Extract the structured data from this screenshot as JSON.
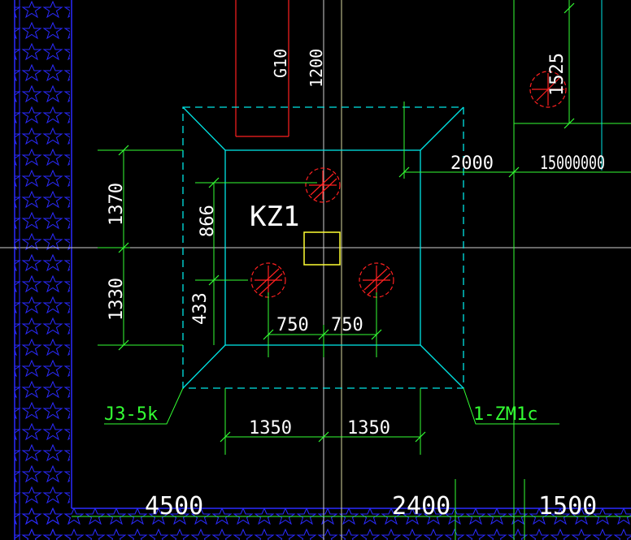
{
  "colors": {
    "background": "#000000",
    "wall_hatch": "#2a2aff",
    "pile_cap_outline": "#00e5e5",
    "dimension": "#33ff33",
    "dimension_text": "#ffffff",
    "pile": "#ff2020",
    "column": "#ffff33",
    "axis": "#cfcfcf",
    "rebar": "#ff2020"
  },
  "labels": {
    "column_tag": "KZ1",
    "left_callout": "J3-5k",
    "right_callout": "1-ZM1c",
    "top_tag_g": "G10",
    "top_tag_1200": "1200"
  },
  "dimensions": {
    "left_upper": "1370",
    "left_lower": "1330",
    "inner_upper": "866",
    "inner_lower": "433",
    "pile_spacing_left": "750",
    "pile_spacing_right": "750",
    "cap_width_left": "1350",
    "cap_width_right": "1350",
    "right_2000": "2000",
    "right_1500": "15000000",
    "right_1525": "1525",
    "bottom_4500": "4500",
    "bottom_2400": "2400",
    "bottom_1500": "1500"
  }
}
